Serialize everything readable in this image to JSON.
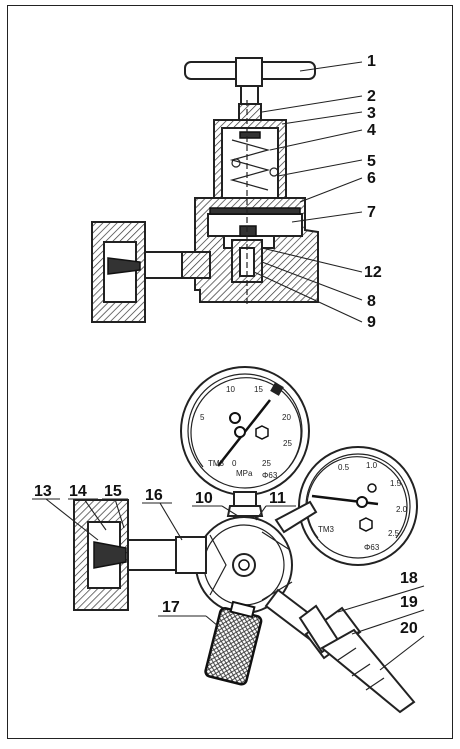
{
  "top_labels": [
    "1",
    "2",
    "3",
    "4",
    "5",
    "6",
    "7",
    "12",
    "8",
    "9"
  ],
  "bottom_labels": [
    "13",
    "14",
    "15",
    "16",
    "10",
    "11",
    "17",
    "18",
    "19",
    "20"
  ],
  "gauge_left": {
    "ticks": [
      "5",
      "10",
      "15",
      "20",
      "25"
    ],
    "unit": "MPa",
    "marks": [
      "TM3",
      "0",
      "25",
      "Φ63"
    ]
  },
  "gauge_right": {
    "ticks": [
      "0.5",
      "1.0",
      "1.5",
      "2.0",
      "2.5"
    ],
    "marks": [
      "TM3",
      "Φ63"
    ]
  }
}
